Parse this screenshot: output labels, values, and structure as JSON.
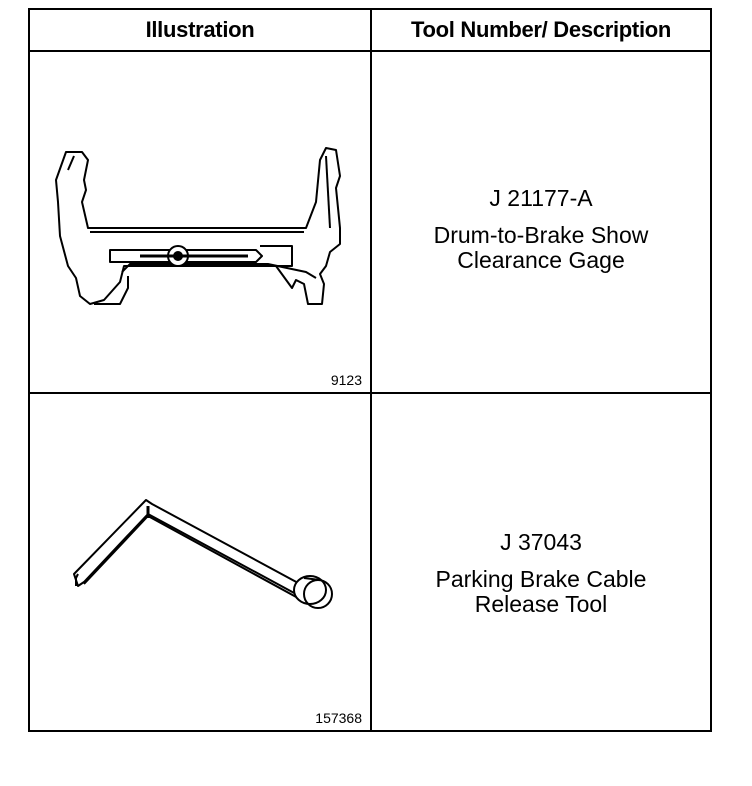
{
  "table": {
    "header_illustration": "Illustration",
    "header_description": "Tool Number/ Description"
  },
  "tools": [
    {
      "figure_number": "9123",
      "tool_number": "J 21177-A",
      "description_lines": [
        "Drum-to-Brake Show",
        "Clearance Gage"
      ]
    },
    {
      "figure_number": "157368",
      "tool_number": "J 37043",
      "description_lines": [
        "Parking Brake Cable",
        "Release Tool"
      ]
    }
  ]
}
